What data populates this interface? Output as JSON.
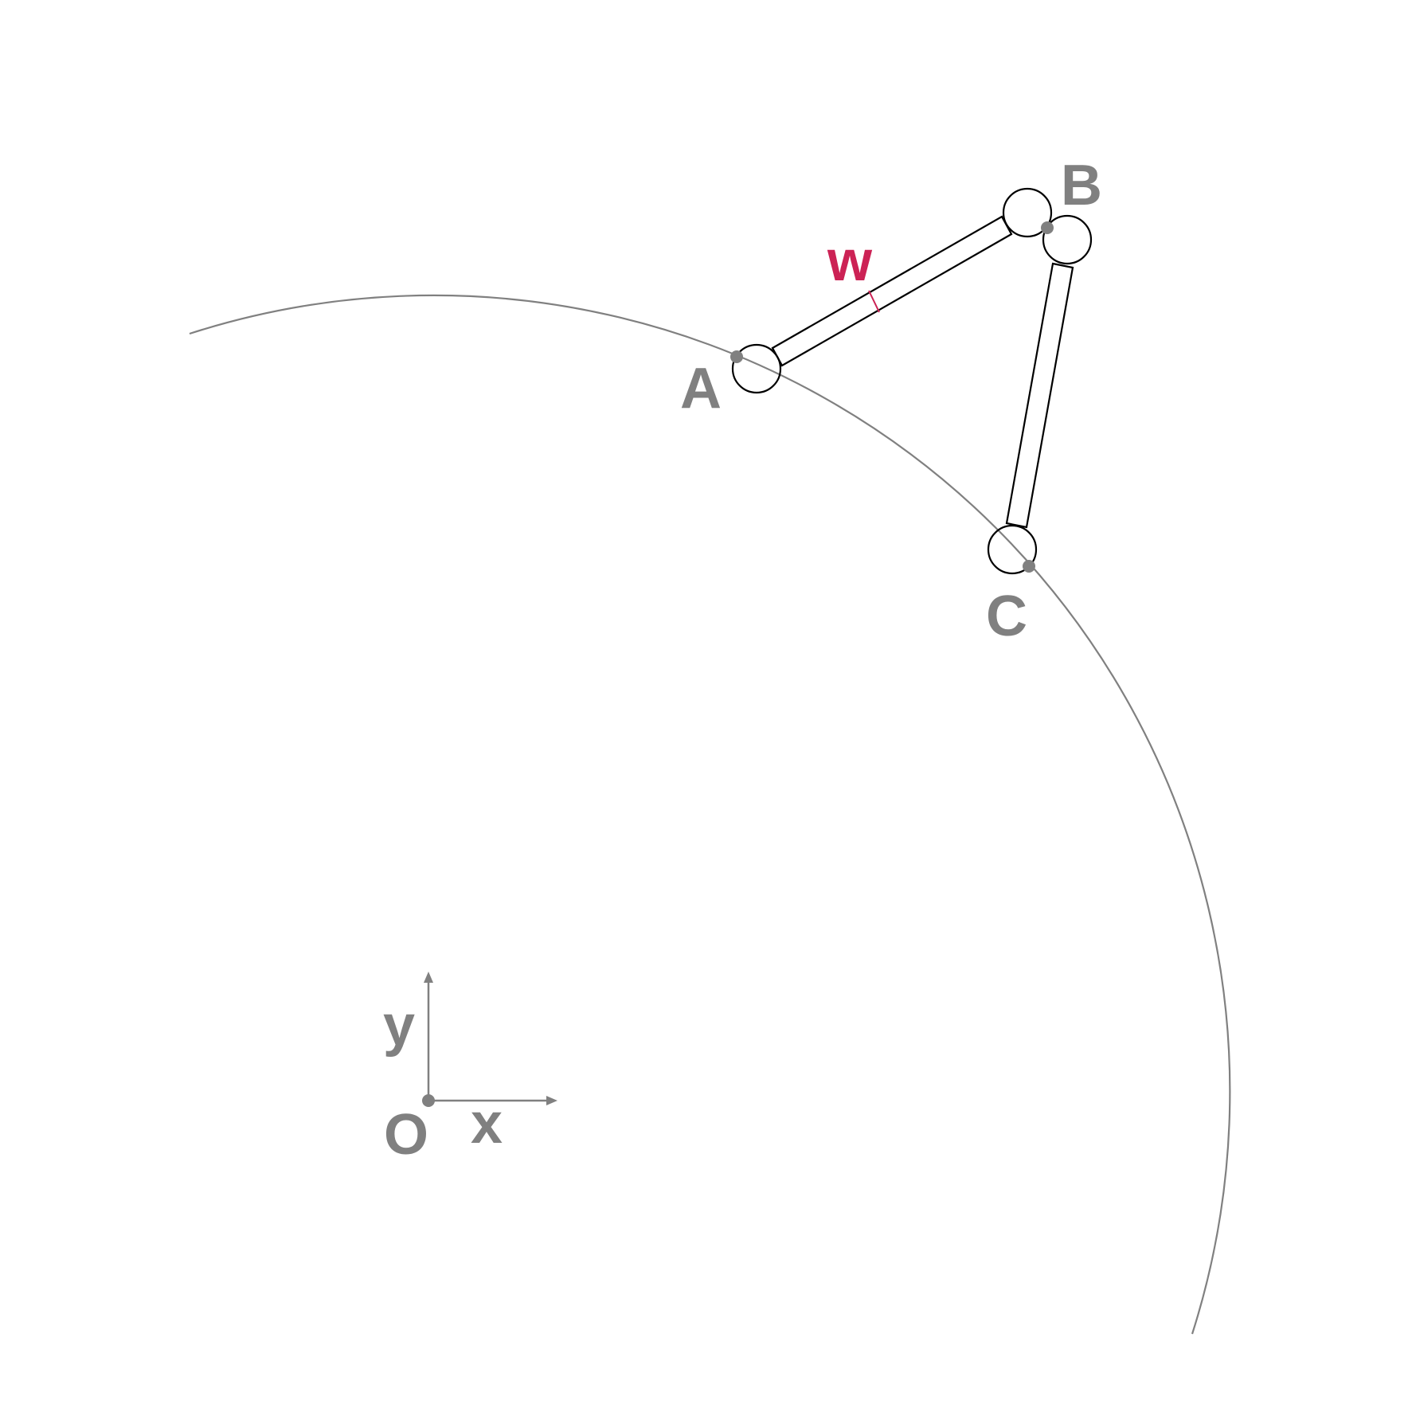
{
  "diagram": {
    "points": {
      "origin": "O",
      "a": "A",
      "b": "B",
      "c": "C"
    },
    "axes": {
      "x": "x",
      "y": "y"
    },
    "dimension": "w",
    "colors": {
      "construction": "#808080",
      "outline": "#000000",
      "accent": "#cc2255",
      "background": "#ffffff"
    }
  }
}
